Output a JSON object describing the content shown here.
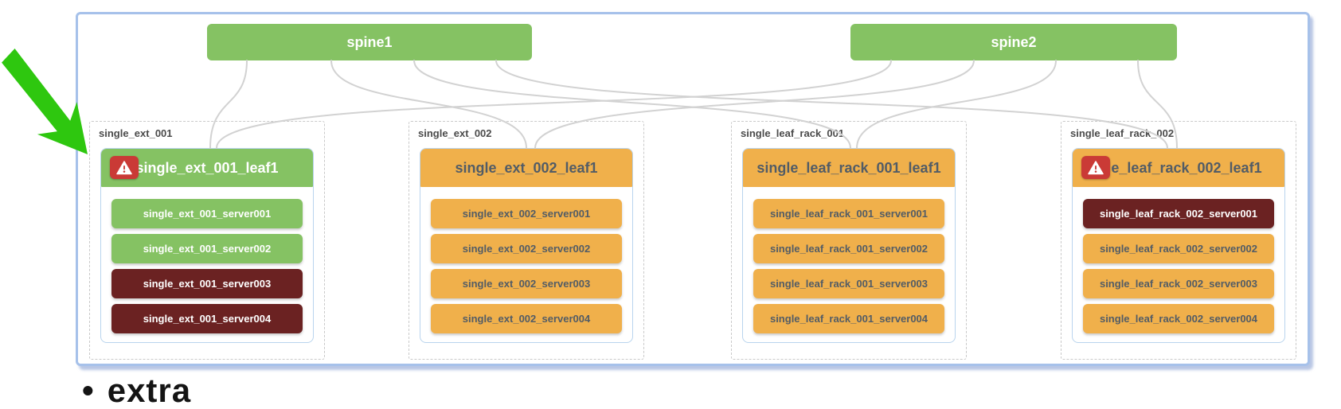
{
  "spines": [
    {
      "label": "spine1",
      "status": "ok"
    },
    {
      "label": "spine2",
      "status": "ok"
    }
  ],
  "racks": [
    {
      "label": "single_ext_001",
      "leaf": {
        "label": "single_ext_001_leaf1",
        "warning": true,
        "status": "ok"
      },
      "servers": [
        {
          "label": "single_ext_001_server001",
          "status": "ok"
        },
        {
          "label": "single_ext_001_server002",
          "status": "ok"
        },
        {
          "label": "single_ext_001_server003",
          "status": "error"
        },
        {
          "label": "single_ext_001_server004",
          "status": "error"
        }
      ]
    },
    {
      "label": "single_ext_002",
      "leaf": {
        "label": "single_ext_002_leaf1",
        "warning": false,
        "status": "pending"
      },
      "servers": [
        {
          "label": "single_ext_002_server001",
          "status": "pending"
        },
        {
          "label": "single_ext_002_server002",
          "status": "pending"
        },
        {
          "label": "single_ext_002_server003",
          "status": "pending"
        },
        {
          "label": "single_ext_002_server004",
          "status": "pending"
        }
      ]
    },
    {
      "label": "single_leaf_rack_001",
      "leaf": {
        "label": "single_leaf_rack_001_leaf1",
        "warning": false,
        "status": "pending"
      },
      "servers": [
        {
          "label": "single_leaf_rack_001_server001",
          "status": "pending"
        },
        {
          "label": "single_leaf_rack_001_server002",
          "status": "pending"
        },
        {
          "label": "single_leaf_rack_001_server003",
          "status": "pending"
        },
        {
          "label": "single_leaf_rack_001_server004",
          "status": "pending"
        }
      ]
    },
    {
      "label": "single_leaf_rack_002",
      "leaf": {
        "label": "...le_leaf_rack_002_leaf1",
        "warning": true,
        "status": "pending"
      },
      "servers": [
        {
          "label": "single_leaf_rack_002_server001",
          "status": "error"
        },
        {
          "label": "single_leaf_rack_002_server002",
          "status": "pending"
        },
        {
          "label": "single_leaf_rack_002_server003",
          "status": "pending"
        },
        {
          "label": "single_leaf_rack_002_server004",
          "status": "pending"
        }
      ]
    }
  ],
  "links": [
    {
      "from": "spine1",
      "to": "single_ext_001_leaf1"
    },
    {
      "from": "spine1",
      "to": "single_ext_002_leaf1"
    },
    {
      "from": "spine1",
      "to": "single_leaf_rack_001_leaf1"
    },
    {
      "from": "spine1",
      "to": "single_leaf_rack_002_leaf1"
    },
    {
      "from": "spine2",
      "to": "single_ext_001_leaf1"
    },
    {
      "from": "spine2",
      "to": "single_ext_002_leaf1"
    },
    {
      "from": "spine2",
      "to": "single_leaf_rack_001_leaf1"
    },
    {
      "from": "spine2",
      "to": "single_leaf_rack_002_leaf1"
    }
  ],
  "footer": {
    "bullet": "•",
    "label": "extra"
  },
  "colors": {
    "ok_green": "#85c263",
    "pending_orange": "#f0b04b",
    "error_maroon": "#6b2222",
    "warning_badge_red": "#ca3a36",
    "link_gray": "#d2d2d2",
    "container_border_blue": "#a6c1ea",
    "annotation_arrow_green": "#2ec70f"
  }
}
